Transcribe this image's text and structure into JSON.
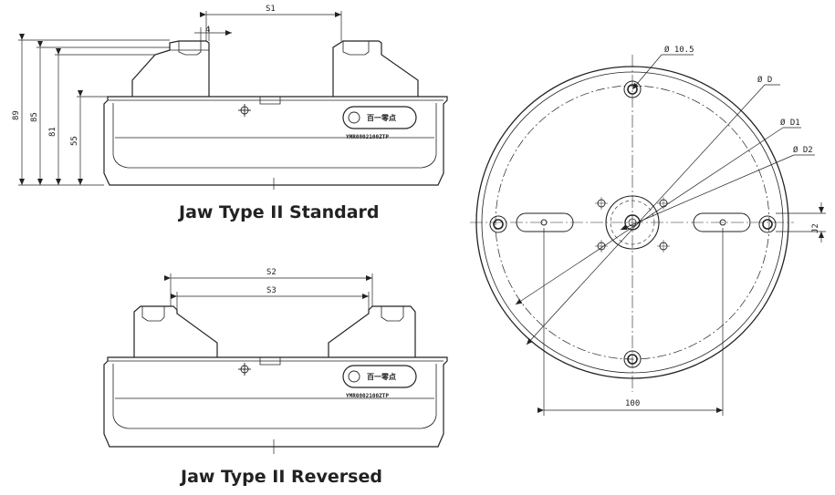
{
  "captions": {
    "standard": "Jaw Type II Standard",
    "reversed": "Jaw Type II Reversed"
  },
  "standard_view": {
    "dims": {
      "s1": "S1",
      "jaw_gap": "4",
      "h89": "89",
      "h85": "85",
      "h81": "81",
      "h55": "55"
    },
    "plate_brand": "百一零点",
    "plate_model": "YMR0802100ZTP"
  },
  "reversed_view": {
    "dims": {
      "s2": "S2",
      "s3": "S3"
    },
    "plate_brand": "百一零点",
    "plate_model": "YMR0802100ZTP"
  },
  "top_view": {
    "dims": {
      "d10_5": "Ø 10.5",
      "d": "Ø D",
      "d1": "Ø D1",
      "d2": "Ø D2",
      "j2": "J2",
      "spacing": "100"
    }
  }
}
